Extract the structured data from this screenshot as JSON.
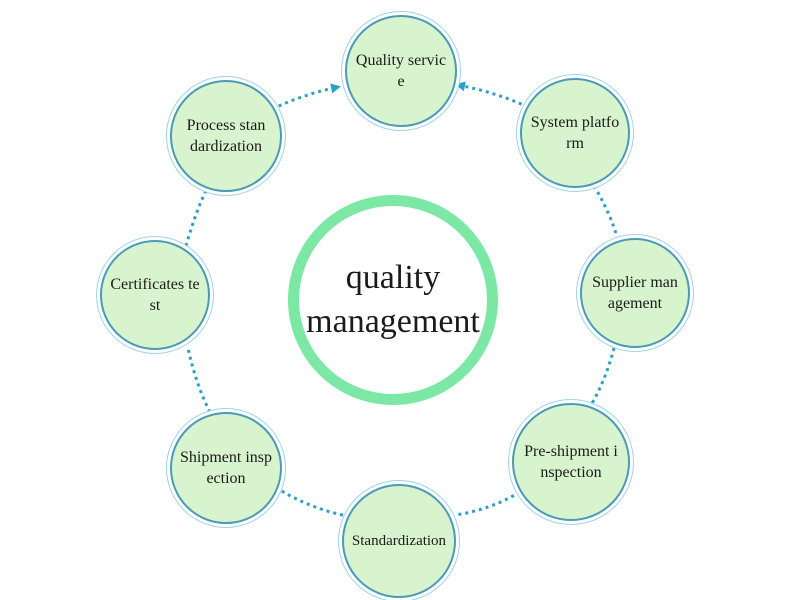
{
  "diagram": {
    "center_label": "quality management",
    "nodes": [
      {
        "id": "quality-service",
        "label": "Quality service"
      },
      {
        "id": "system-platform",
        "label": "System platform"
      },
      {
        "id": "supplier-management",
        "label": "Supplier management"
      },
      {
        "id": "pre-shipment-inspection",
        "label": "Pre-shipment inspection"
      },
      {
        "id": "standardization",
        "label": "Standardization"
      },
      {
        "id": "shipment-inspection",
        "label": "Shipment inspection"
      },
      {
        "id": "certificates-test",
        "label": "Certificates test"
      },
      {
        "id": "process-standardization",
        "label": "Process standardization"
      }
    ],
    "arrows_into": "quality-service",
    "colors": {
      "node_fill": "#d8f4cf",
      "node_border": "#4a9ab8",
      "connector": "#2a9fc8",
      "center_ring": "#7de8a6"
    }
  }
}
